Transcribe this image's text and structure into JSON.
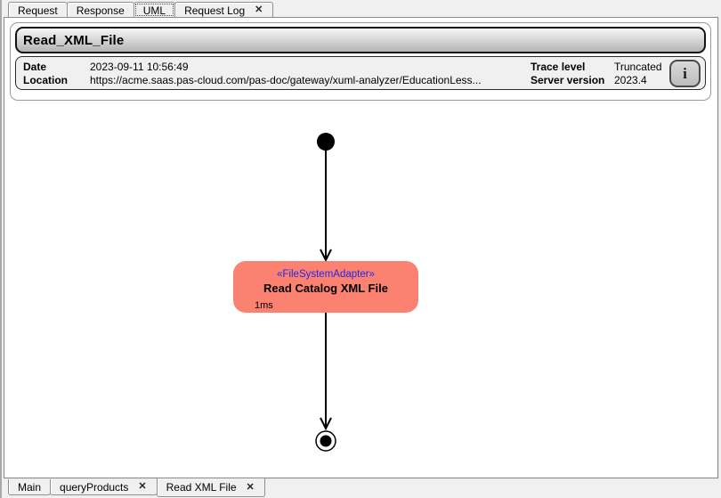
{
  "top_tabs": {
    "items": [
      {
        "label": "Request",
        "selected": false,
        "closable": false
      },
      {
        "label": "Response",
        "selected": false,
        "closable": false
      },
      {
        "label": "UML",
        "selected": true,
        "closable": false
      },
      {
        "label": "Request Log",
        "selected": false,
        "closable": true
      }
    ]
  },
  "icons": {
    "close": "✕",
    "info": "i"
  },
  "header": {
    "title": "Read_XML_File"
  },
  "meta": {
    "left": [
      {
        "label": "Date",
        "value": "2023-09-11 10:56:49"
      },
      {
        "label": "Location",
        "value": "https://acme.saas.pas-cloud.com/pas-doc/gateway/xuml-analyzer/EducationLess..."
      }
    ],
    "right": [
      {
        "label": "Trace level",
        "value": "Truncated"
      },
      {
        "label": "Server version",
        "value": "2023.4"
      }
    ]
  },
  "diagram": {
    "stereotype": "«FileSystemAdapter»",
    "activity_name": "Read Catalog XML File",
    "duration": "1ms",
    "activity_fill": "#FB8271",
    "activity_border": "#1a1a1a",
    "stereotype_color": "#2424E8",
    "node_color": "#000000"
  },
  "bottom_tabs": {
    "items": [
      {
        "label": "Main",
        "selected": false,
        "closable": false
      },
      {
        "label": "queryProducts",
        "selected": false,
        "closable": true
      },
      {
        "label": "Read XML File",
        "selected": true,
        "closable": true
      }
    ]
  }
}
